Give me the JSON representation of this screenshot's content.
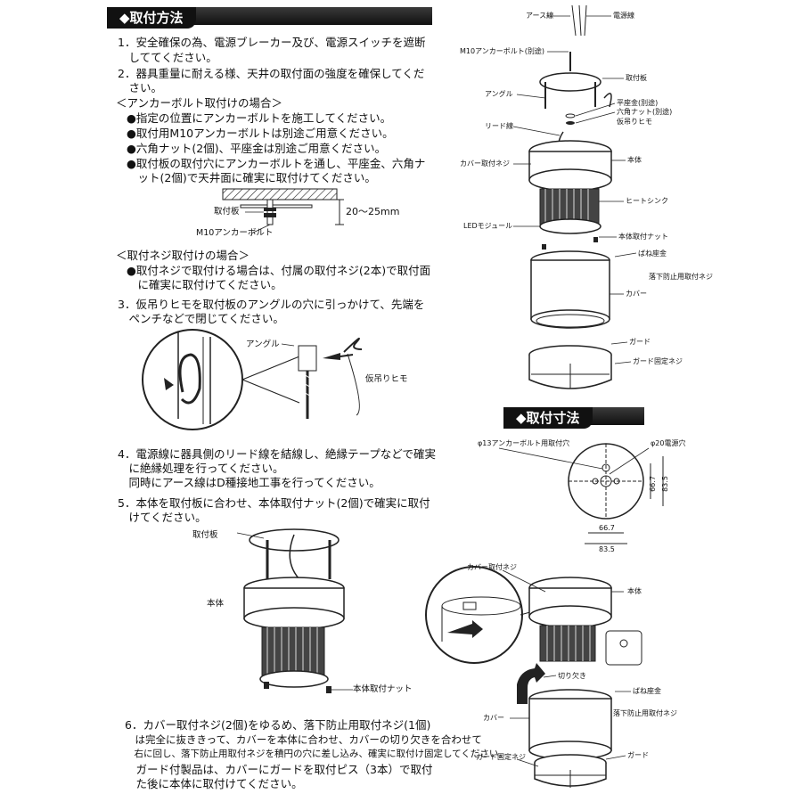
{
  "left": {
    "header": "◆取付方法",
    "steps": {
      "s1a": "1．安全確保の為、電源ブレーカー及び、電源スイッチを遮断",
      "s1b": "　しててください。",
      "s2a": "2．器具重量に耐える様、天井の取付面の強度を確保してくだ",
      "s2b": "　さい。",
      "anchor_title": "＜アンカーボルト取付けの場合＞",
      "a1": "●指定の位置にアンカーボルトを施工してください。",
      "a2": "●取付用M10アンカーボルトは別途ご用意ください。",
      "a3": "●六角ナット(2個)、平座金は別途ご用意ください。",
      "a4a": "●取付板の取付穴にアンカーボルトを通し、平座金、六角ナ",
      "a4b": "　ット(2個)で天井面に確実に取付けてください。",
      "screw_title": "＜取付ネジ取付けの場合＞",
      "n1a": "●取付ネジで取付ける場合は、付属の取付ネジ(2本)で取付面",
      "n1b": "　に確実に取付けてください。",
      "s3a": "3．仮吊りヒモを取付板のアングルの穴に引っかけて、先端を",
      "s3b": "　ペンチなどで閉じてください。",
      "s4a": "4．電源線に器具側のリード線を結線し、絶縁テープなどで確実",
      "s4b": "　に絶縁処理を行ってください。",
      "s4c": "　同時にアース線はD種接地工事を行ってください。",
      "s5a": "5．本体を取付板に合わせ、本体取付ナット(2個)で確実に取付",
      "s5b": "　けてください。",
      "s6a": "6．カバー取付ネジ(2個)をゆるめ、落下防止用取付ネジ(1個)",
      "s6b": "　は完全に抜ききって、カバーを本体に合わせ、カバーの切り欠きを合わせて",
      "s6c": "　右に回し、落下防止用取付ネジを積円の穴に差し込み、確実に取付け固定してください。",
      "s6d": "　ガード付製品は、カバーにガードを取付ピス（3本）で取付",
      "s6e": "　た後に本体に取付けてください。"
    },
    "fig1": {
      "plate": "取付板",
      "bolt": "M10アンカーボルト",
      "dim": "20～25mm"
    },
    "fig2": {
      "angle": "アングル",
      "string": "仮吊りヒモ"
    },
    "fig3": {
      "plate": "取付板",
      "body": "本体",
      "nut": "本体取付ナット"
    }
  },
  "right": {
    "explode": {
      "earth": "アース線",
      "power": "電源線",
      "bolt": "M10アンカーボルト(別途)",
      "plate": "取付板",
      "angle": "アングル",
      "washer": "平座金(別途)",
      "hexnut": "六角ナット(別途)",
      "string": "仮吊りヒモ",
      "lead": "リード線",
      "coverscrew": "カバー取付ネジ",
      "body": "本体",
      "heatsink": "ヒートシンク",
      "led": "LEDモジュール",
      "bodynut": "本体取付ナット",
      "spring": "ばね座金",
      "fallscrew": "落下防止用取付ネジ",
      "cover": "カバー",
      "guard": "ガード",
      "guardscrew": "ガード固定ネジ"
    },
    "dim_header": "◆取付寸法",
    "dims": {
      "hole13": "φ13アンカーボルト用取付穴",
      "hole20": "φ20電源穴",
      "v1": "66.7",
      "v2": "83.5",
      "h1": "66.7",
      "h2": "83.5"
    },
    "assy": {
      "coverscrew": "カバー取付ネジ",
      "body": "本体",
      "notch": "切り欠き",
      "spring": "ばね座金",
      "fallscrew": "落下防止用取付ネジ",
      "cover": "カバー",
      "guardscrew": "ガード固定ネジ",
      "guard": "ガード"
    }
  }
}
